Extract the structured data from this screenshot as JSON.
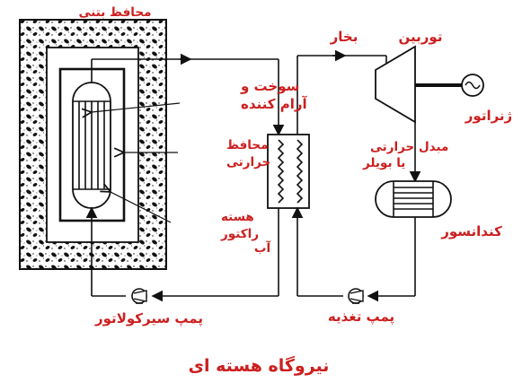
{
  "title": "نیروگاه هسته ای",
  "labels": {
    "concrete_shield": "محافظ بتنی",
    "fuel_moderator_1": "سوخت و",
    "fuel_moderator_2": "آرام کننده",
    "thermal_shield_1": "محافظ",
    "thermal_shield_2": "حرارتی",
    "reactor_core_1": "هسته",
    "reactor_core_2": "راکتور",
    "circulator_pump": "پمپ سیرکولاتور",
    "water": "آب",
    "heat_exchanger_1": "مبدل حرارتی",
    "heat_exchanger_2": "یا بویلر",
    "steam": "بخار",
    "turbine": "توربین",
    "generator": "ژنراتور",
    "condenser": "کندانسور",
    "feed_pump": "پمپ تغذیه"
  },
  "colors": {
    "label": "#cc1f1f",
    "line": "#111111"
  },
  "icons": [
    "pump-icon",
    "generator-icon",
    "turbine-icon"
  ]
}
